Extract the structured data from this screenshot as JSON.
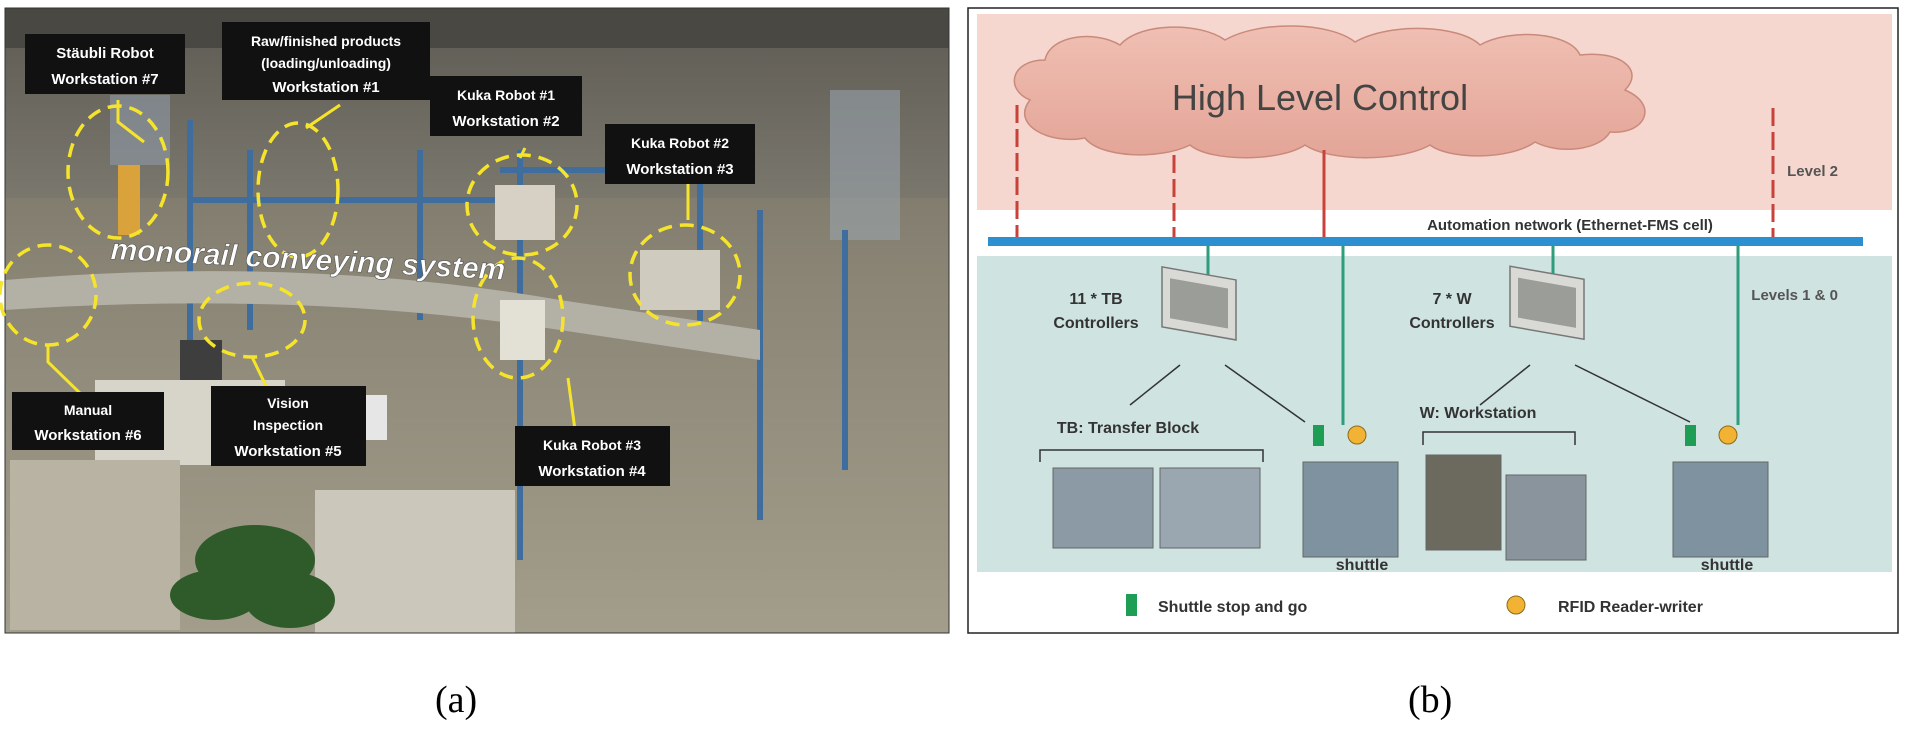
{
  "panel_a": {
    "labels": {
      "staubli": [
        "Stäubli Robot",
        "Workstation #7"
      ],
      "raw": [
        "Raw/finished products",
        "(loading/unloading)",
        "Workstation #1"
      ],
      "kuka1": [
        "Kuka Robot #1",
        "Workstation #2"
      ],
      "kuka2": [
        "Kuka Robot #2",
        "Workstation #3"
      ],
      "manual": [
        "Manual",
        "Workstation #6"
      ],
      "vision": [
        "Vision",
        "Inspection",
        "Workstation #5"
      ],
      "kuka3": [
        "Kuka Robot #3",
        "Workstation #4"
      ]
    },
    "conveyor_label": "monorail conveying system",
    "caption": "(a)"
  },
  "panel_b": {
    "cloud_title": "High Level Control",
    "level2": "Level 2",
    "levels10": "Levels 1 & 0",
    "network": "Automation network (Ethernet-FMS cell)",
    "tb_controllers": [
      "11 * TB",
      "Controllers"
    ],
    "w_controllers": [
      "7 * W",
      "Controllers"
    ],
    "tb_group": "TB: Transfer Block",
    "w_group": "W: Workstation",
    "shuttle_left": "shuttle",
    "shuttle_right": "shuttle",
    "legend_stop": "Shuttle stop and go",
    "legend_rfid": "RFID Reader-writer",
    "caption": "(b)",
    "colors": {
      "cloud": "#eab0a4",
      "upper_band": "#f6d7cf",
      "lower_band": "#cfe3e1",
      "network": "#2b8fd0",
      "drop_red": "#c8423a",
      "drop_green": "#2e9d7e",
      "stop": "#1e9d55",
      "rfid": "#f2b233"
    }
  }
}
